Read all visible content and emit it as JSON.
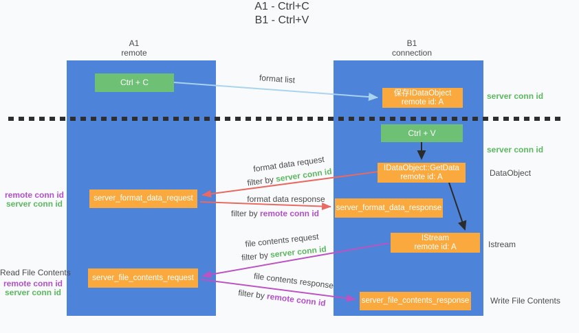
{
  "title": {
    "line1": "A1 - Ctrl+C",
    "line2": "B1 - Ctrl+V"
  },
  "columns": {
    "a1": {
      "name": "A1",
      "subtitle": "remote"
    },
    "b1": {
      "name": "B1",
      "subtitle": "connection"
    }
  },
  "nodes": {
    "ctrl_c": {
      "label": "Ctrl + C"
    },
    "ctrl_v": {
      "label": "Ctrl + V"
    },
    "save_dataobject": {
      "line1": "保存IDataObject",
      "line2": "remote id: A"
    },
    "getdata": {
      "line1": "IDataObject::GetData",
      "line2": "remote id: A"
    },
    "istream": {
      "line1": "IStream",
      "line2": "remote id: A"
    },
    "server_format_data_request": {
      "label": "server_format_data_request"
    },
    "server_format_data_response": {
      "label": "server_format_data_response"
    },
    "server_file_contents_request": {
      "label": "server_file_contents_request"
    },
    "server_file_contents_response": {
      "label": "server_file_contents_response"
    }
  },
  "strings": {
    "filter_by": "filter by ",
    "server_conn_id": "server conn id",
    "remote_conn_id": "remote conn id"
  },
  "side_labels": {
    "dataobject": "DataObject",
    "istream": "Istream",
    "write_file_contents": "Write File Contents",
    "read_file_contents": "Read File Contents"
  },
  "flow_labels": {
    "format_list": "format list",
    "format_data_request": "format data request",
    "format_data_response": "format data response",
    "file_contents_request": "file contents request",
    "file_contents_response": "file contents response"
  },
  "colors": {
    "column_blue": "#4d83d8",
    "box_green": "#6ec074",
    "box_orange": "#f9a93d",
    "text_green": "#5cb860",
    "text_purple": "#b150c8",
    "arrow_red": "#e96a62",
    "arrow_magenta": "#bb53c1",
    "arrow_lightblue": "#a9d3ee",
    "arrow_black": "#2b2b2b",
    "background": "#f9fafb"
  }
}
